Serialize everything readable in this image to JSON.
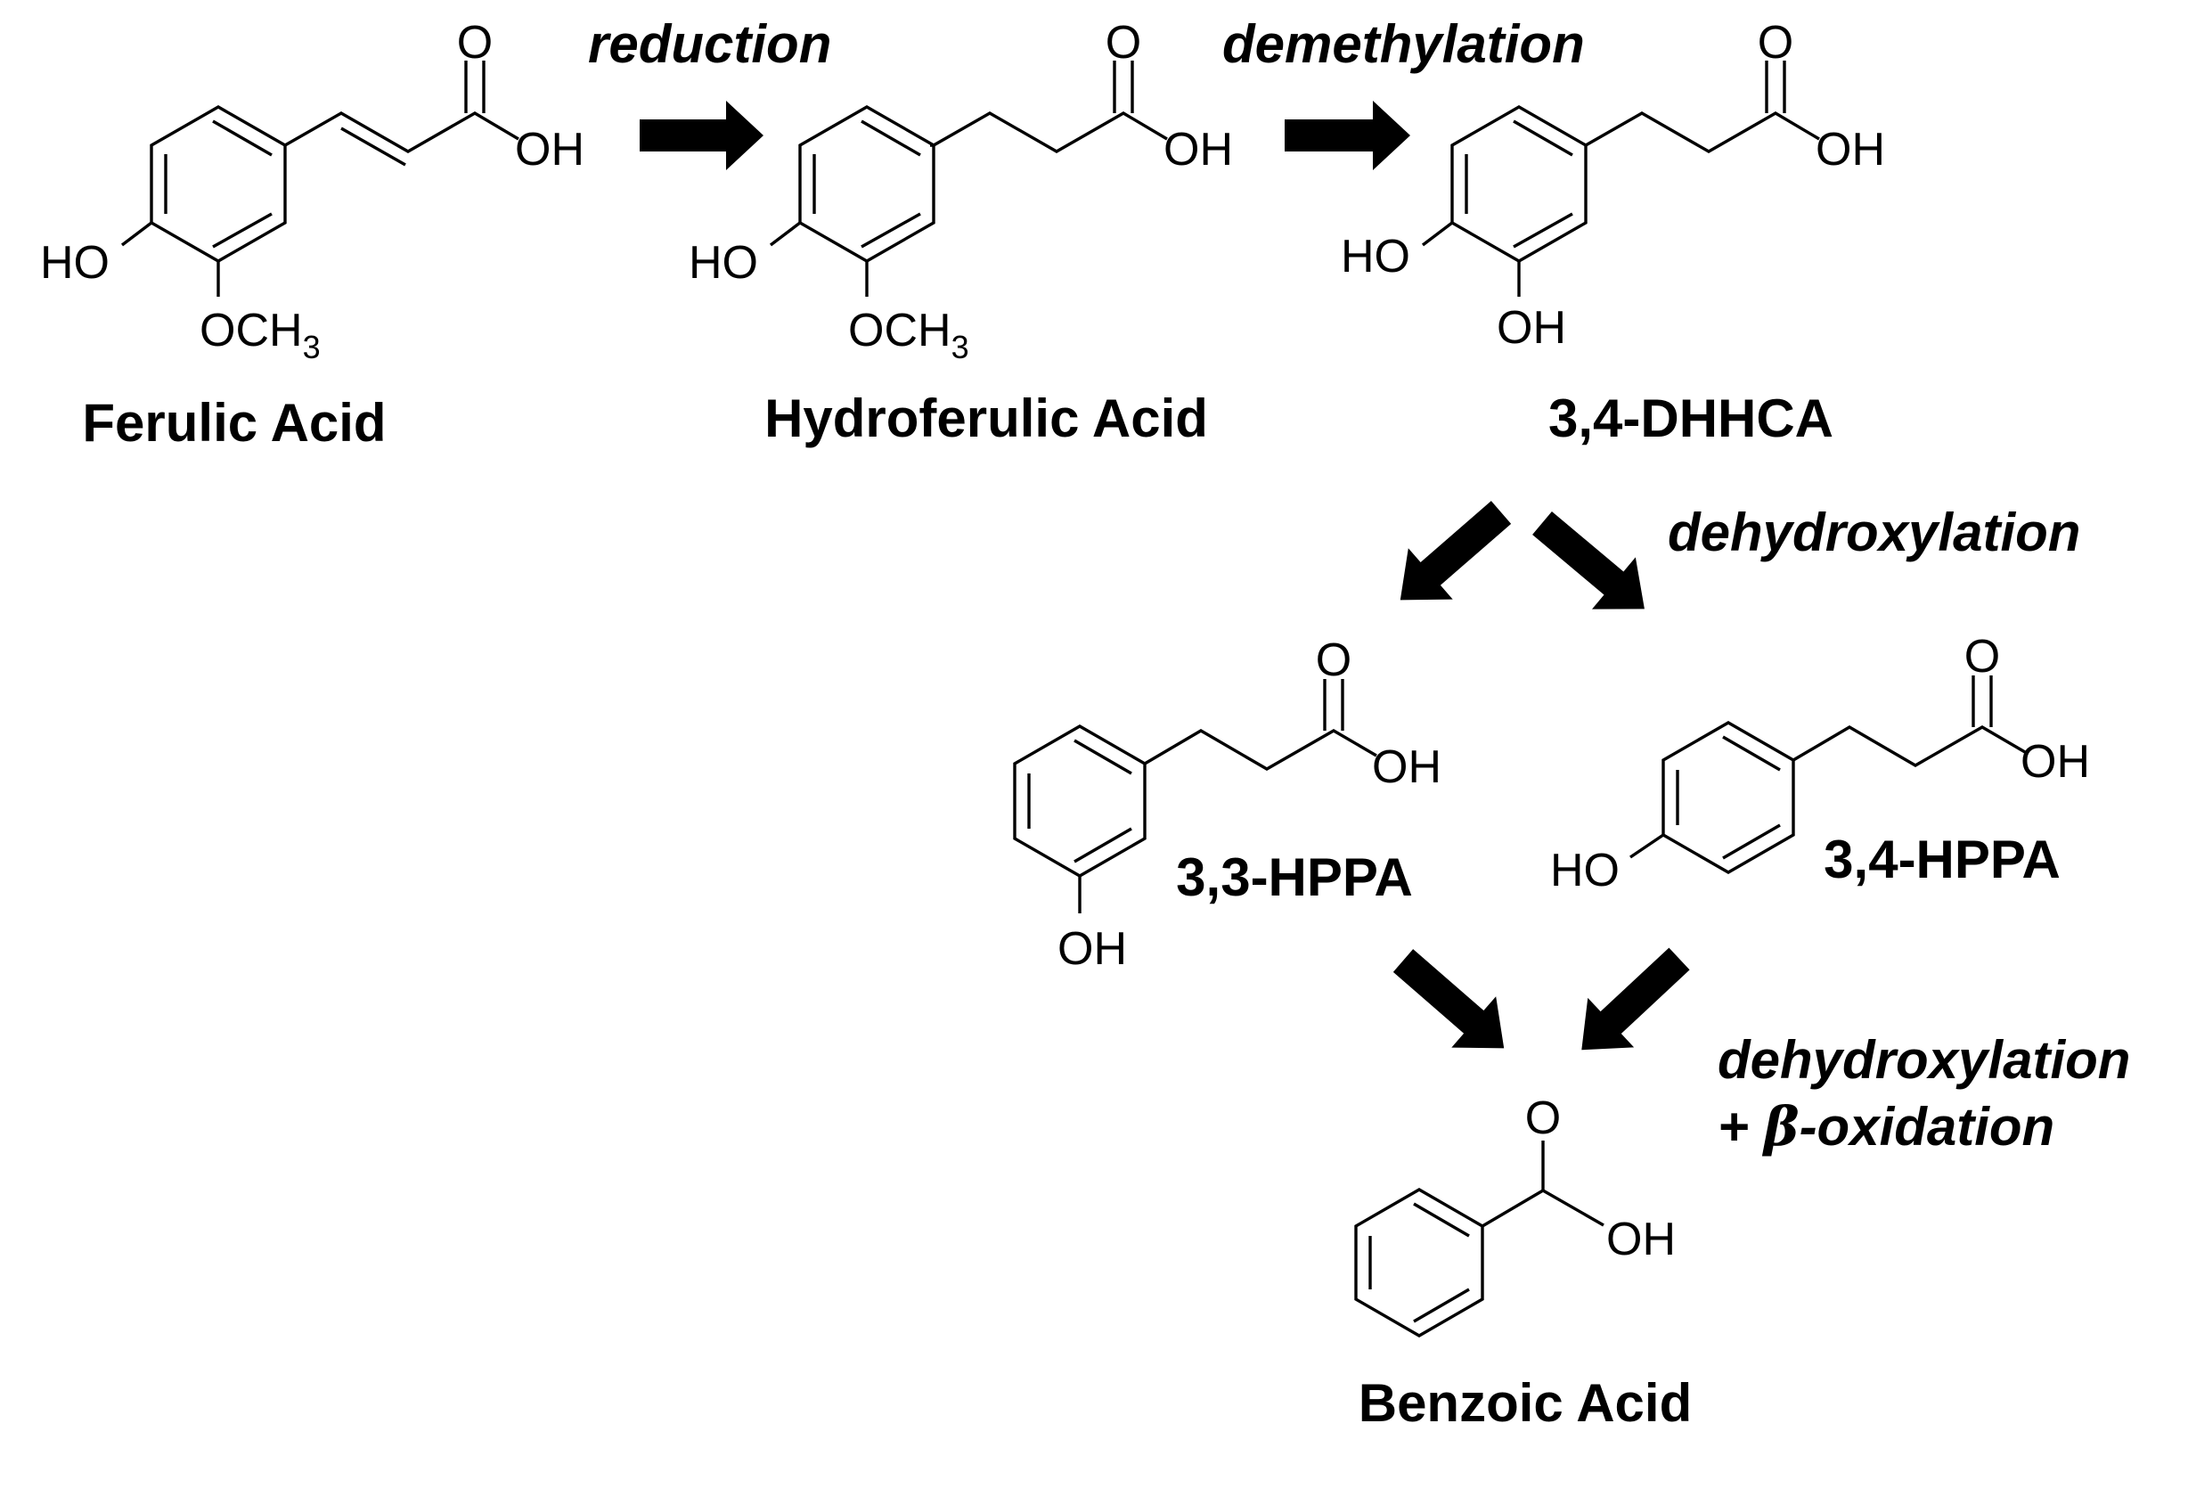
{
  "compounds": {
    "ferulic": "Ferulic Acid",
    "hydroferulic": "Hydroferulic Acid",
    "dhhca": "3,4-DHHCA",
    "hppa33": "3,3-HPPA",
    "hppa34": "3,4-HPPA",
    "benzoic": "Benzoic Acid"
  },
  "reactions": {
    "reduction": "reduction",
    "demethylation": "demethylation",
    "dehydroxylation": "dehydroxylation",
    "dehydroxylation_2": "dehydroxylation",
    "beta_plus": "+ ",
    "beta_symbol": "β",
    "beta_oxidation": "-oxidation"
  },
  "atoms": {
    "o": "O",
    "oh": "OH",
    "ho": "HO",
    "och": "OCH",
    "three": "3"
  }
}
